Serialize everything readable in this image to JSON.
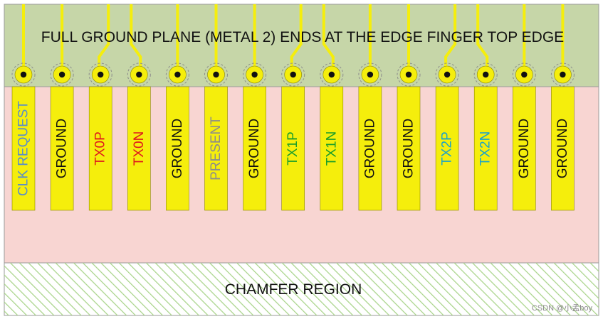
{
  "title": "FULL GROUND PLANE (METAL 2) ENDS AT THE EDGE FINGER TOP EDGE",
  "chamfer_label": "CHAMFER REGION",
  "watermark": "CSDN @小孟boy",
  "colors": {
    "ground_plane": "#c6d6a8",
    "board": "#f8d5d2",
    "finger": "#f5ee0c",
    "finger_stroke": "#8a8600",
    "chamfer_hatch": "#a9d48a",
    "via_ring": "#8c8c8c"
  },
  "fingers": [
    {
      "label": "CLK REQUEST",
      "color": "#5b8fc7",
      "trace": "single"
    },
    {
      "label": "GROUND",
      "color": "#111111",
      "trace": "single"
    },
    {
      "label": "TX0P",
      "color": "#e0181c",
      "trace": "pair-left"
    },
    {
      "label": "TX0N",
      "color": "#e0181c",
      "trace": "pair-right"
    },
    {
      "label": "GROUND",
      "color": "#111111",
      "trace": "single"
    },
    {
      "label": "PRESENT",
      "color": "#8c8c8c",
      "trace": "single"
    },
    {
      "label": "GROUND",
      "color": "#111111",
      "trace": "single"
    },
    {
      "label": "TX1P",
      "color": "#1a9e2a",
      "trace": "pair-left"
    },
    {
      "label": "TX1N",
      "color": "#1a9e2a",
      "trace": "pair-right"
    },
    {
      "label": "GROUND",
      "color": "#111111",
      "trace": "single"
    },
    {
      "label": "GROUND",
      "color": "#111111",
      "trace": "single"
    },
    {
      "label": "TX2P",
      "color": "#1aa3c9",
      "trace": "pair-left"
    },
    {
      "label": "TX2N",
      "color": "#1aa3c9",
      "trace": "pair-right"
    },
    {
      "label": "GROUND",
      "color": "#111111",
      "trace": "single"
    },
    {
      "label": "GROUND",
      "color": "#111111",
      "trace": "single"
    }
  ]
}
